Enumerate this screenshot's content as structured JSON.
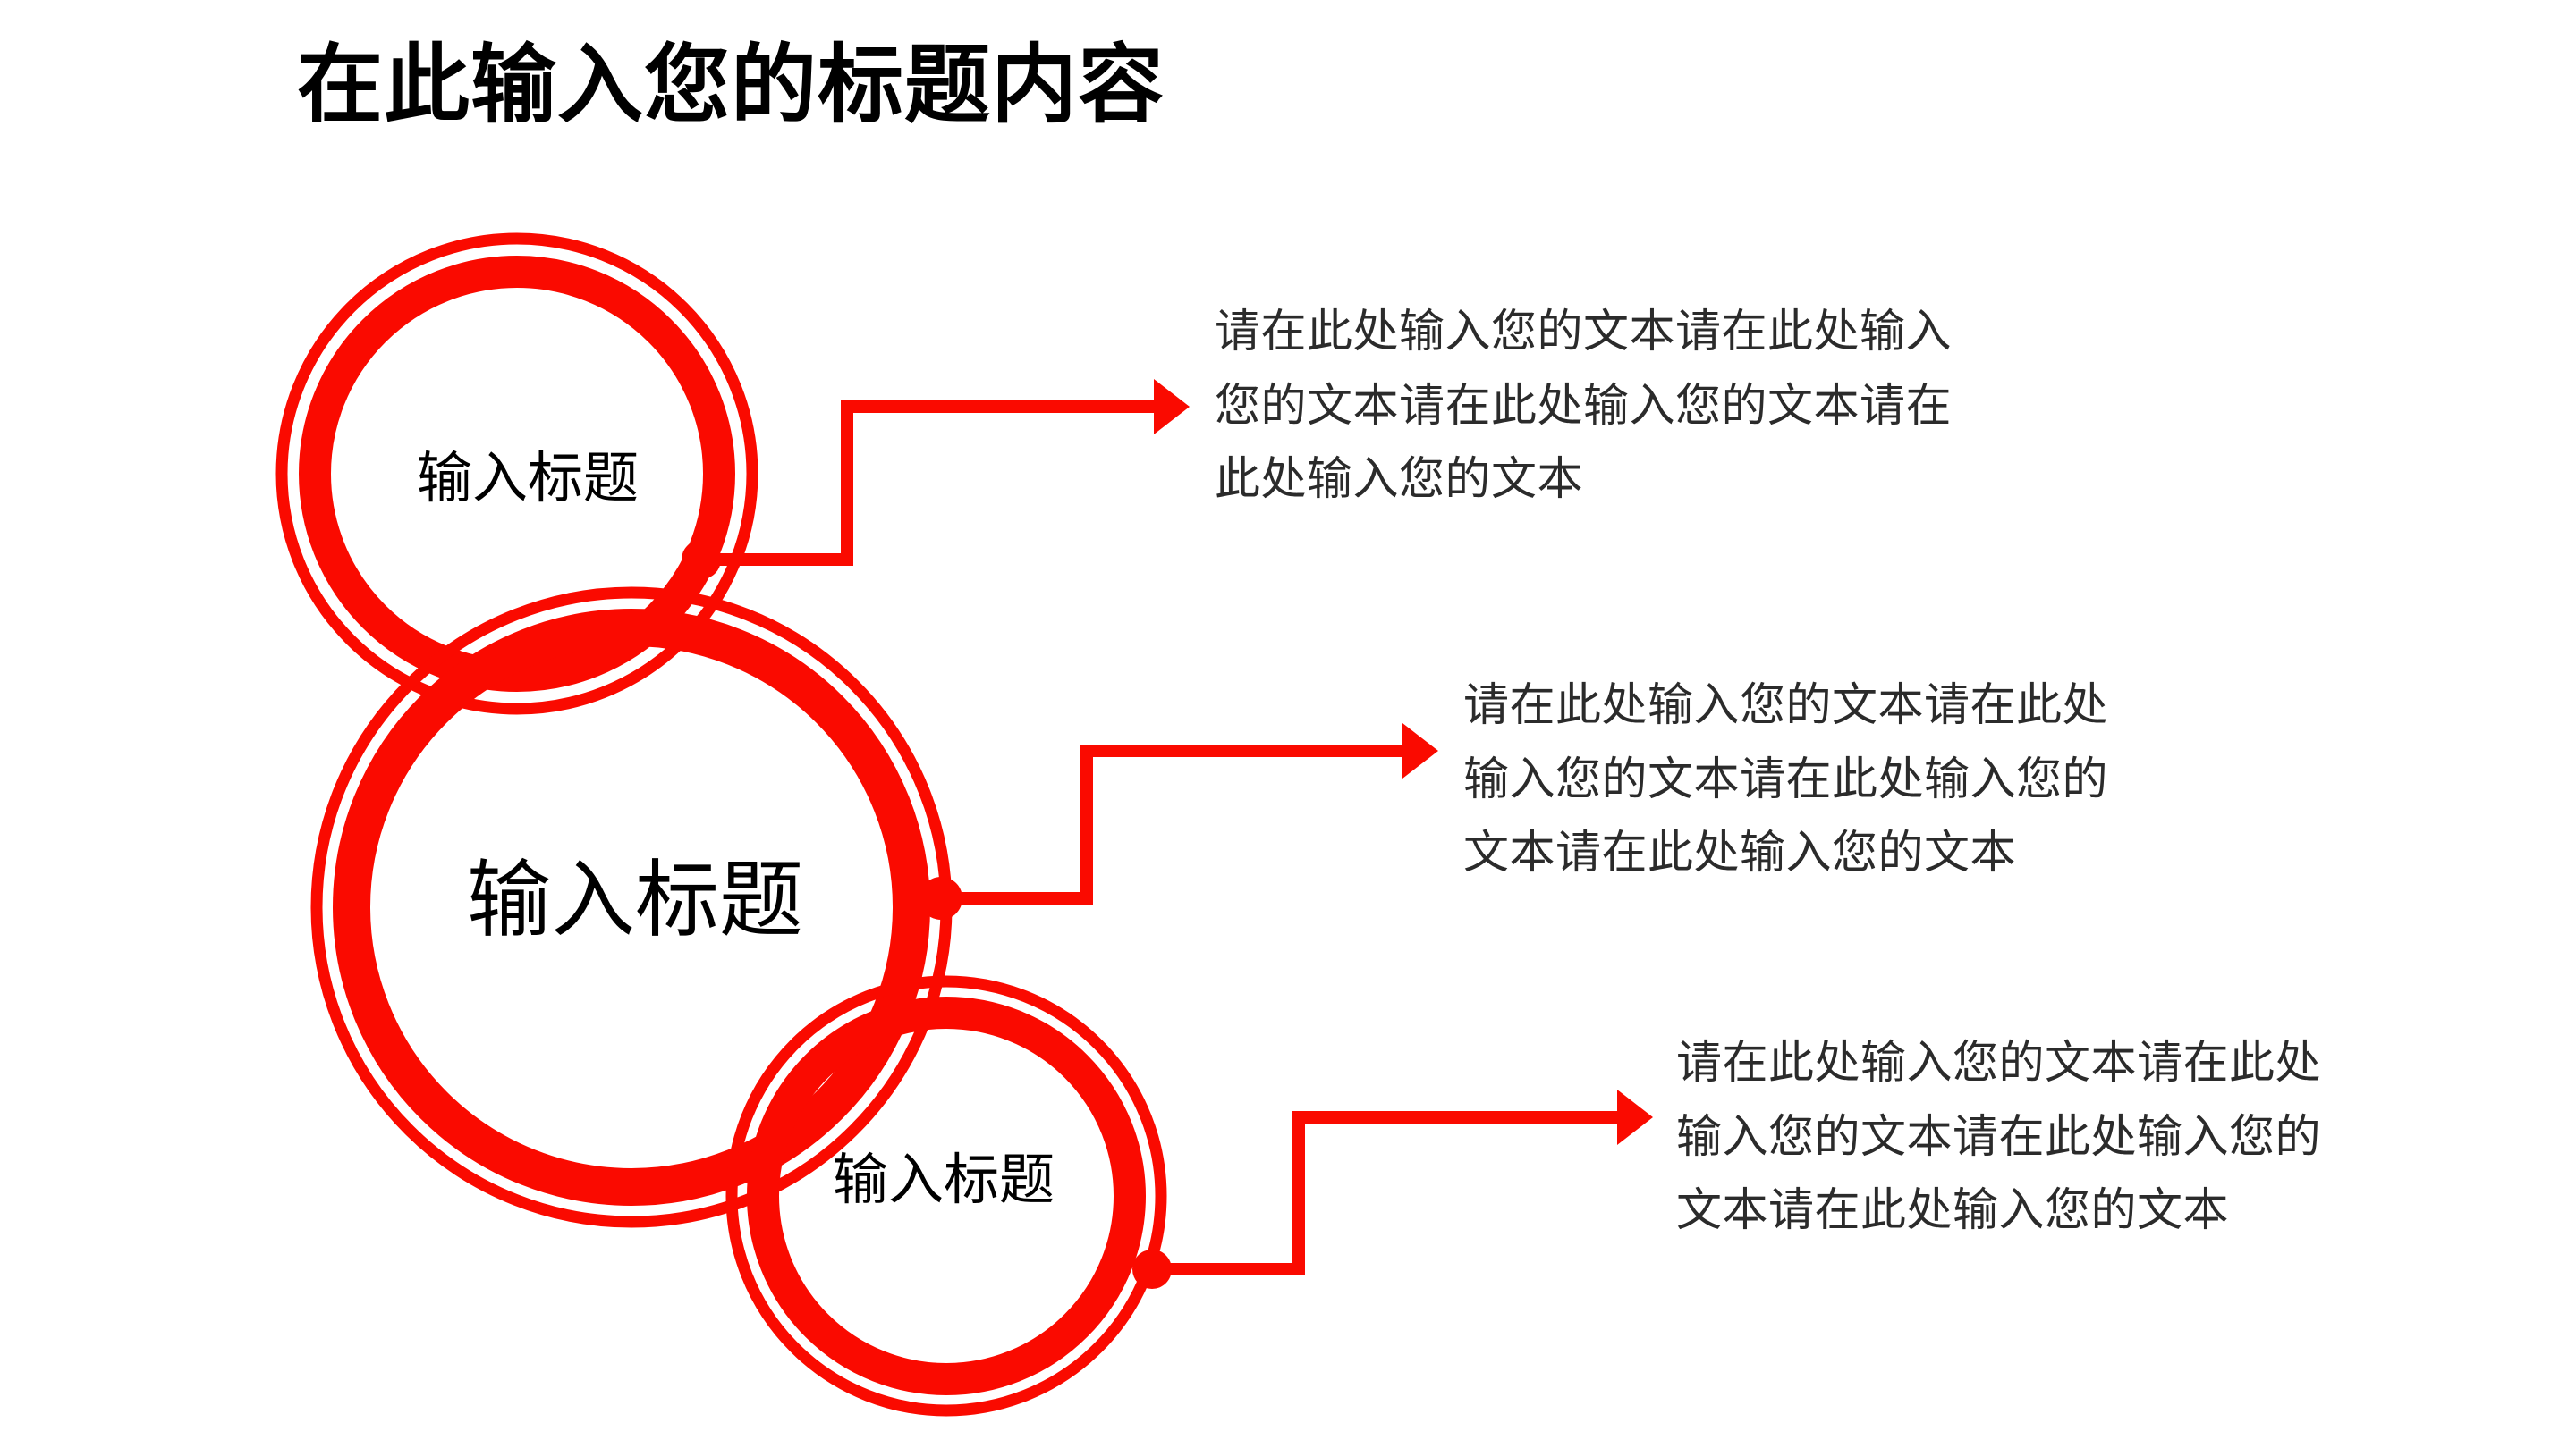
{
  "slide": {
    "title": "在此输入您的标题内容",
    "background_color": "#ffffff",
    "accent_color": "#fa0a00",
    "title_color": "#000000",
    "body_text_color": "#2b2b2b"
  },
  "circles": [
    {
      "id": "circle-1",
      "label": "输入标题",
      "position": "top",
      "size": "small"
    },
    {
      "id": "circle-2",
      "label": "输入标题",
      "position": "middle",
      "size": "large"
    },
    {
      "id": "circle-3",
      "label": "输入标题",
      "position": "bottom",
      "size": "small"
    }
  ],
  "text_blocks": [
    {
      "id": "text-block-1",
      "full_text": "请在此处输入您的文本请在此处输入您的文本请在此处输入您的文本请在此处输入您的文本",
      "lines": [
        "请在此处输入您的文本请在此处输入",
        "您的文本请在此处输入您的文本请在",
        "此处输入您的文本"
      ]
    },
    {
      "id": "text-block-2",
      "full_text": "请在此处输入您的文本请在此处输入您的文本请在此处输入您的文本请在此处输入您的文本",
      "lines": [
        "请在此处输入您的文本请在此处",
        "输入您的文本请在此处输入您的",
        "文本请在此处输入您的文本"
      ]
    },
    {
      "id": "text-block-3",
      "full_text": "请在此处输入您的文本请在此处输入您的文本请在此处输入您的文本请在此处输入您的文本",
      "lines": [
        "请在此处输入您的文本请在此处",
        "输入您的文本请在此处输入您的",
        "文本请在此处输入您的文本"
      ]
    }
  ],
  "connectors": [
    {
      "id": "connector-1",
      "from": "circle-1",
      "to": "text-block-1"
    },
    {
      "id": "connector-2",
      "from": "circle-2",
      "to": "text-block-2"
    },
    {
      "id": "connector-3",
      "from": "circle-3",
      "to": "text-block-3"
    }
  ]
}
